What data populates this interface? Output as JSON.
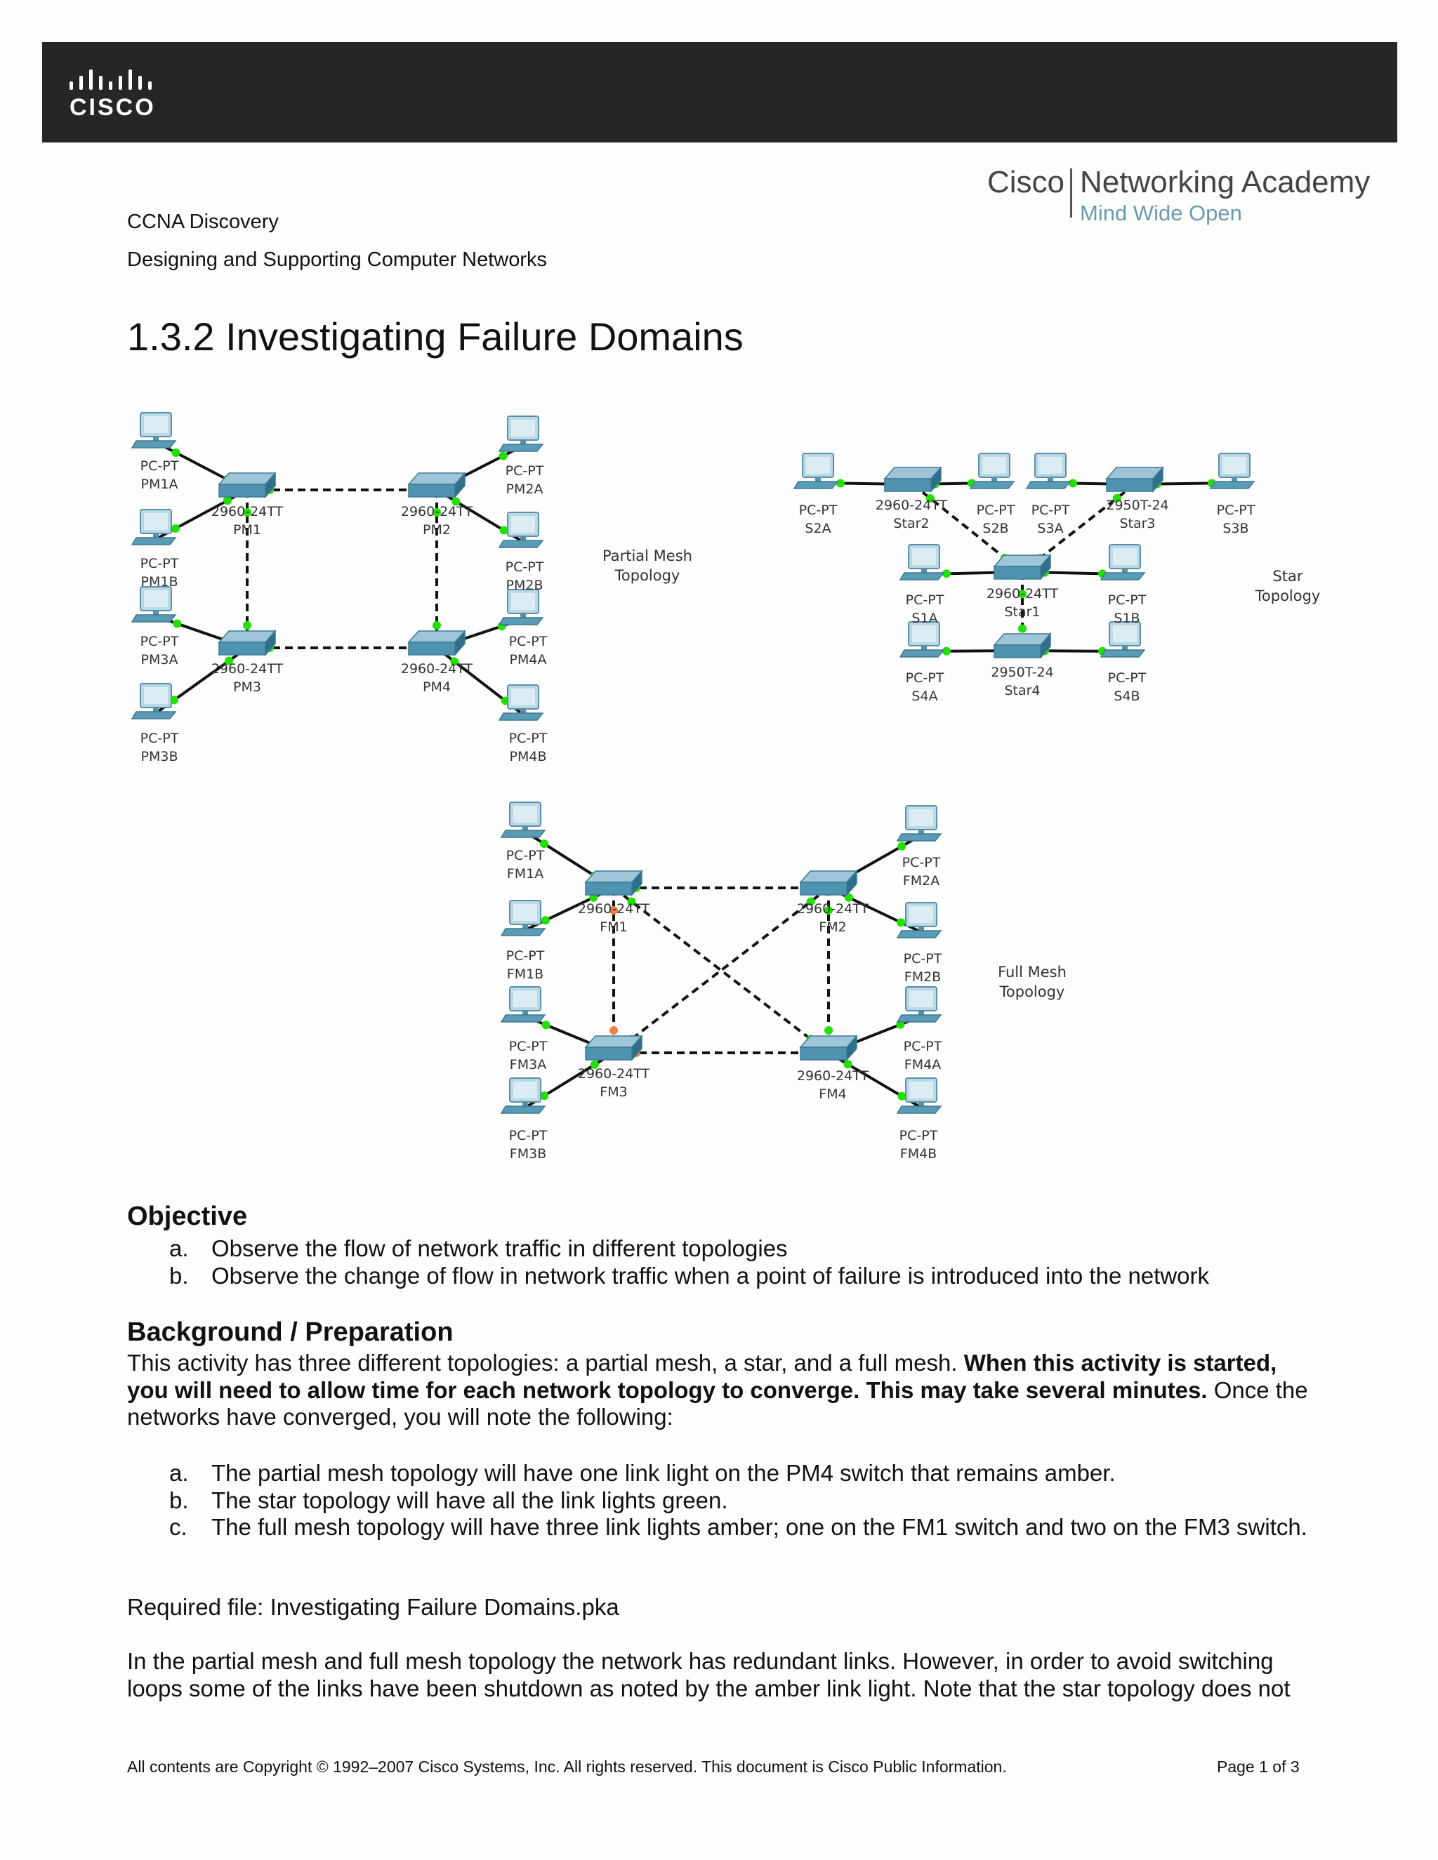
{
  "header": {
    "brand_logo": "cisco-logo",
    "brand_text": "CISCO",
    "academy_brand": "Cisco",
    "academy_name": "Networking Academy",
    "academy_tagline": "Mind Wide Open"
  },
  "course": {
    "line1": "CCNA Discovery",
    "line2": "Designing and Supporting Computer Networks"
  },
  "title": "1.3.2 Investigating Failure Domains",
  "diagram": {
    "partial_mesh": {
      "label1": "Partial Mesh",
      "label2": "Topology",
      "pcs": [
        "PM1A",
        "PM1B",
        "PM2A",
        "PM2B",
        "PM3A",
        "PM3B",
        "PM4A",
        "PM4B"
      ],
      "switch_names": [
        "PM1",
        "PM2",
        "PM3",
        "PM4"
      ],
      "switch_model": "2960-24TT"
    },
    "star": {
      "label1": "Star",
      "label2": "Topology",
      "pcs": [
        "S2A",
        "S2B",
        "S3A",
        "S3B",
        "S1A",
        "S1B",
        "S4A",
        "S4B"
      ],
      "switches": [
        {
          "model": "2960-24TT",
          "name": "Star2"
        },
        {
          "model": "2950T-24",
          "name": "Star3"
        },
        {
          "model": "2960-24TT",
          "name": "Star1"
        },
        {
          "model": "2950T-24",
          "name": "Star4"
        }
      ]
    },
    "full_mesh": {
      "label1": "Full Mesh",
      "label2": "Topology",
      "pcs": [
        "FM1A",
        "FM1B",
        "FM2A",
        "FM2B",
        "FM3A",
        "FM3B",
        "FM4A",
        "FM4B"
      ],
      "switch_names": [
        "FM1",
        "FM2",
        "FM3",
        "FM4"
      ],
      "switch_model": "2960-24TT"
    },
    "pc_type": "PC-PT",
    "colors": {
      "link_green": "#22e000",
      "link_amber": "#f08040",
      "device_blue": "#5a9bb5"
    }
  },
  "objective": {
    "heading": "Objective",
    "items": [
      {
        "marker": "a.",
        "text": "Observe the flow of network traffic in different topologies"
      },
      {
        "marker": "b.",
        "text": "Observe the change of flow in network traffic when a point of failure is introduced into the network"
      }
    ]
  },
  "background": {
    "heading": "Background / Preparation",
    "intro_1": "This activity has three different topologies: a partial mesh, a star, and a full mesh. ",
    "intro_bold": "When this activity is started, you will need to allow time for each network topology to converge. This may take several minutes.",
    "intro_2": " Once the networks have converged, you will note the following:",
    "items": [
      {
        "marker": "a.",
        "text": "The partial mesh topology will have one link light on the PM4 switch that remains amber."
      },
      {
        "marker": "b.",
        "text": "The star topology will have all the link lights green."
      },
      {
        "marker": "c.",
        "text": "The full mesh topology will have three link lights amber; one on the FM1 switch and two on the FM3 switch."
      }
    ],
    "required_file": "Required file:  Investigating Failure Domains.pka",
    "closing": "In the partial mesh and full mesh topology the network has redundant links. However, in order to avoid switching loops some of the links have been shutdown as noted by the amber link light. Note that the star topology does not"
  },
  "footer": {
    "copyright": "All contents are Copyright © 1992–2007 Cisco Systems, Inc. All rights reserved. This document is Cisco Public Information.",
    "page": "Page 1 of 3"
  }
}
